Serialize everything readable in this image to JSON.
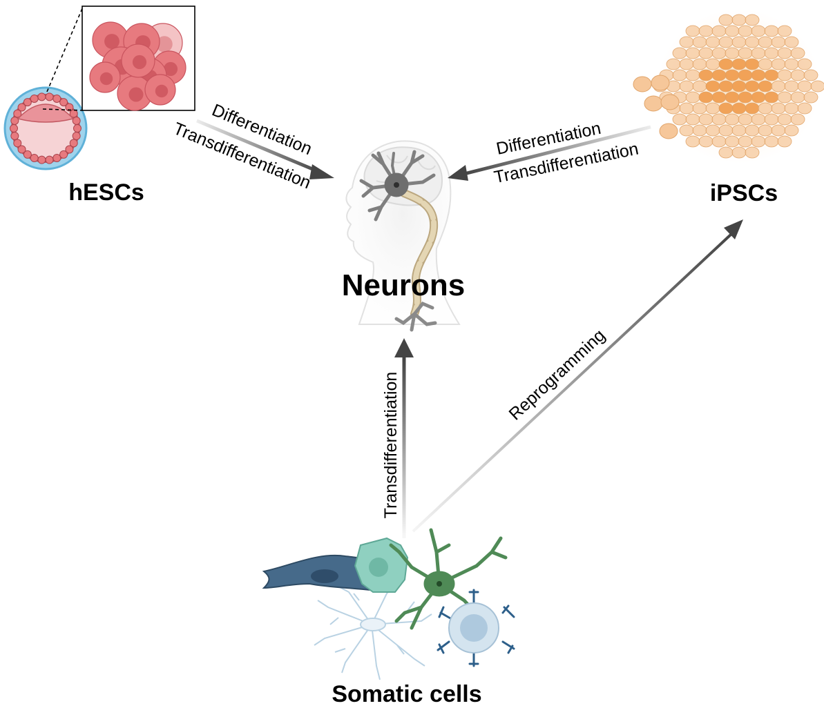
{
  "nodes": {
    "hescs": {
      "label": "hESCs"
    },
    "ipscs": {
      "label": "iPSCs"
    },
    "neurons": {
      "label": "Neurons"
    },
    "somatic": {
      "label": "Somatic cells"
    }
  },
  "edges": {
    "hescs_to_neurons": {
      "line1": "Differentiation",
      "line2": "Transdifferentiation"
    },
    "ipscs_to_neurons": {
      "line1": "Differentiation",
      "line2": "Transdifferentiation"
    },
    "somatic_to_neurons": {
      "label": "Transdifferentiation"
    },
    "somatic_to_ipscs": {
      "label": "Reprogramming"
    }
  },
  "colors": {
    "arrow": "#444444",
    "hesc_cell": "#e77a7f",
    "hesc_nucleus": "#d05a62",
    "blastocyst_ring": "#8ec9e6",
    "ipsc_cell": "#f6c79a",
    "ipsc_core": "#ef9a4a",
    "neuron": "#808080",
    "fibroblast": "#466a8a",
    "epithelial": "#8fd0c0",
    "astro_neuron": "#4f8a56",
    "immune_cell": "#c7dcea"
  }
}
